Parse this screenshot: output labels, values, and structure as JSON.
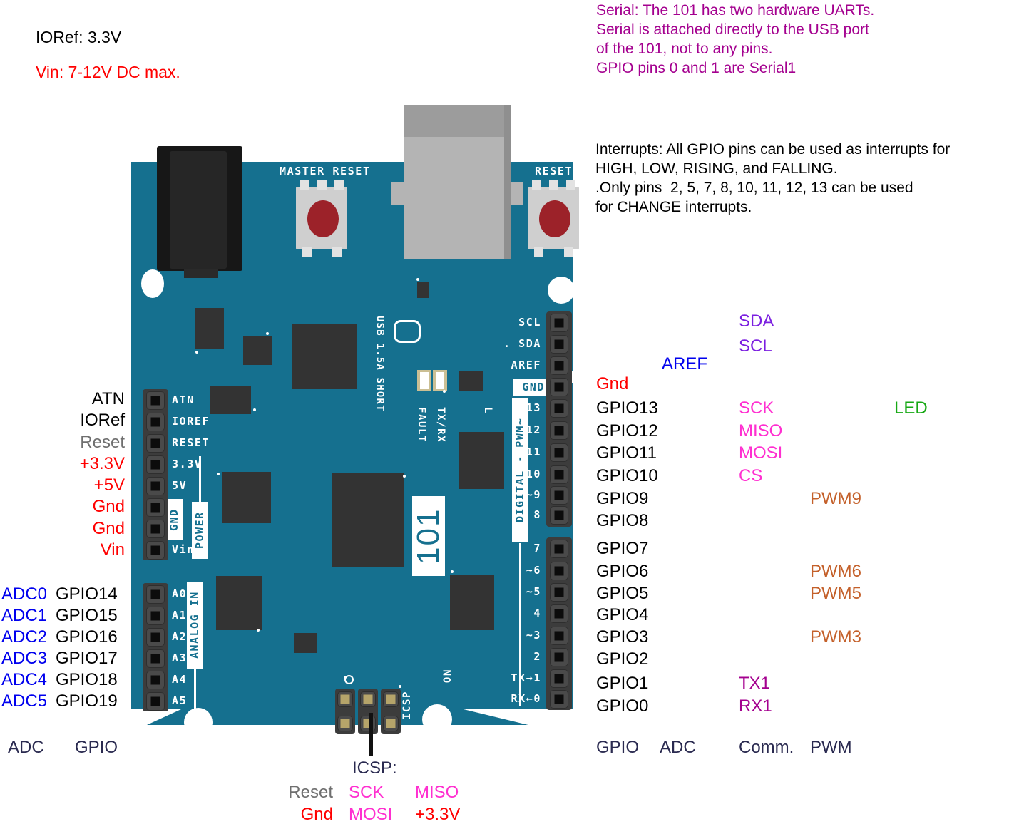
{
  "notes": {
    "ioref": "IORef: 3.3V",
    "vin": "Vin: 7-12V DC max.",
    "serial": "Serial: The 101 has two hardware UARTs.\nSerial is attached directly to the USB port\nof the 101, not to any pins.\nGPIO pins 0 and 1 are Serial1",
    "interrupts": "Interrupts: All GPIO pins can be used as interrupts for\nHIGH, LOW, RISING, and FALLING.\n.Only pins  2, 5, 7, 8, 10, 11, 12, 13 can be used\nfor CHANGE interrupts."
  },
  "board": {
    "name": "101",
    "silk": {
      "master_reset": "MASTER RESET",
      "reset": "RESET",
      "usb_short": "USB 1.5A\nSHORT",
      "txrx": "TX/RX",
      "fault": "FAULT",
      "l": "L",
      "on": "ON",
      "icsp": "ICSP",
      "power": "POWER",
      "analog_in": "ANALOG IN",
      "digital_pwm": "DIGITAL - PWM~",
      "gnd_power": "GND",
      "gnd_digital": "GND"
    },
    "power_header": [
      "ATN",
      "IOREF",
      "RESET",
      "3.3V",
      "5V",
      "",
      "",
      "Vin"
    ],
    "analog_header": [
      "A0",
      "A1",
      "A2",
      "A3",
      "A4",
      "A5"
    ],
    "digital_top_header": [
      "SCL",
      ". SDA",
      "AREF",
      "GND",
      "13",
      "12",
      "11",
      "10",
      "~9",
      "8"
    ],
    "digital_bottom_header": [
      "7",
      "~6",
      "~5",
      "4",
      "~3",
      "2",
      "TX→1",
      "RX←0"
    ]
  },
  "left_power_labels": [
    {
      "text": "ATN",
      "color": "c-black"
    },
    {
      "text": "IORef",
      "color": "c-black"
    },
    {
      "text": "Reset",
      "color": "c-gray"
    },
    {
      "text": "+3.3V",
      "color": "c-red"
    },
    {
      "text": "+5V",
      "color": "c-red"
    },
    {
      "text": "Gnd",
      "color": "c-red"
    },
    {
      "text": "Gnd",
      "color": "c-red"
    },
    {
      "text": "Vin",
      "color": "c-red"
    }
  ],
  "left_analog_rows": [
    {
      "adc": "ADC0",
      "gpio": "GPIO14"
    },
    {
      "adc": "ADC1",
      "gpio": "GPIO15"
    },
    {
      "adc": "ADC2",
      "gpio": "GPIO16"
    },
    {
      "adc": "ADC3",
      "gpio": "GPIO17"
    },
    {
      "adc": "ADC4",
      "gpio": "GPIO18"
    },
    {
      "adc": "ADC5",
      "gpio": "GPIO19"
    }
  ],
  "left_legend": {
    "adc": "ADC",
    "gpio": "GPIO"
  },
  "right_rows": [
    {
      "gpio": "",
      "comm": "SDA",
      "pwm": "",
      "extra": "",
      "gpio_color": "c-black",
      "comm_color": "c-violet",
      "aref": ""
    },
    {
      "gpio": "",
      "comm": "SCL",
      "pwm": "",
      "extra": "",
      "gpio_color": "c-black",
      "comm_color": "c-violet",
      "aref": ""
    },
    {
      "gpio": "",
      "comm": "",
      "pwm": "",
      "extra": "",
      "gpio_color": "c-black",
      "comm_color": "c-violet",
      "aref": "AREF"
    },
    {
      "gpio": "Gnd",
      "comm": "",
      "pwm": "",
      "extra": "",
      "gpio_color": "c-red",
      "comm_color": "c-magenta",
      "aref": ""
    },
    {
      "gpio": "GPIO13",
      "comm": "SCK",
      "pwm": "",
      "extra": "LED",
      "gpio_color": "c-black",
      "comm_color": "c-magenta",
      "aref": ""
    },
    {
      "gpio": "GPIO12",
      "comm": "MISO",
      "pwm": "",
      "extra": "",
      "gpio_color": "c-black",
      "comm_color": "c-magenta",
      "aref": ""
    },
    {
      "gpio": "GPIO11",
      "comm": "MOSI",
      "pwm": "",
      "extra": "",
      "gpio_color": "c-black",
      "comm_color": "c-magenta",
      "aref": ""
    },
    {
      "gpio": "GPIO10",
      "comm": "CS",
      "pwm": "",
      "extra": "",
      "gpio_color": "c-black",
      "comm_color": "c-magenta",
      "aref": ""
    },
    {
      "gpio": "GPIO9",
      "comm": "",
      "pwm": "PWM9",
      "extra": "",
      "gpio_color": "c-black",
      "comm_color": "c-magenta",
      "aref": ""
    },
    {
      "gpio": "GPIO8",
      "comm": "",
      "pwm": "",
      "extra": "",
      "gpio_color": "c-black",
      "comm_color": "c-magenta",
      "aref": ""
    },
    {
      "gpio": "GPIO7",
      "comm": "",
      "pwm": "",
      "extra": "",
      "gpio_color": "c-black",
      "comm_color": "c-magenta",
      "aref": ""
    },
    {
      "gpio": "GPIO6",
      "comm": "",
      "pwm": "PWM6",
      "extra": "",
      "gpio_color": "c-black",
      "comm_color": "c-magenta",
      "aref": ""
    },
    {
      "gpio": "GPIO5",
      "comm": "",
      "pwm": "PWM5",
      "extra": "",
      "gpio_color": "c-black",
      "comm_color": "c-magenta",
      "aref": ""
    },
    {
      "gpio": "GPIO4",
      "comm": "",
      "pwm": "",
      "extra": "",
      "gpio_color": "c-black",
      "comm_color": "c-magenta",
      "aref": ""
    },
    {
      "gpio": "GPIO3",
      "comm": "",
      "pwm": "PWM3",
      "extra": "",
      "gpio_color": "c-black",
      "comm_color": "c-magenta",
      "aref": ""
    },
    {
      "gpio": "GPIO2",
      "comm": "",
      "pwm": "",
      "extra": "",
      "gpio_color": "c-black",
      "comm_color": "c-magenta",
      "aref": ""
    },
    {
      "gpio": "GPIO1",
      "comm": "TX1",
      "pwm": "",
      "extra": "",
      "gpio_color": "c-black",
      "comm_color": "c-purple",
      "aref": ""
    },
    {
      "gpio": "GPIO0",
      "comm": "RX1",
      "pwm": "",
      "extra": "",
      "gpio_color": "c-black",
      "comm_color": "c-purple",
      "aref": ""
    }
  ],
  "right_legend": {
    "gpio": "GPIO",
    "adc": "ADC",
    "comm": "Comm.",
    "pwm": "PWM"
  },
  "icsp": {
    "title": "ICSP:",
    "row1": [
      {
        "text": "Reset",
        "color": "c-gray"
      },
      {
        "text": "SCK",
        "color": "c-magenta"
      },
      {
        "text": "MISO",
        "color": "c-magenta"
      }
    ],
    "row2": [
      {
        "text": "Gnd",
        "color": "c-red"
      },
      {
        "text": "MOSI",
        "color": "c-magenta"
      },
      {
        "text": "+3.3V",
        "color": "c-red"
      }
    ]
  },
  "colors": {
    "pcb": "#15708f",
    "gpio": "#000000",
    "adc": "#0000ee",
    "comm_spi": "#ff2fd0",
    "comm_i2c": "#7b1fe0",
    "comm_uart": "#a4008f",
    "pwm": "#c4602a",
    "power": "#ff0000",
    "led": "#16a814",
    "legend": "#2a2a50"
  }
}
